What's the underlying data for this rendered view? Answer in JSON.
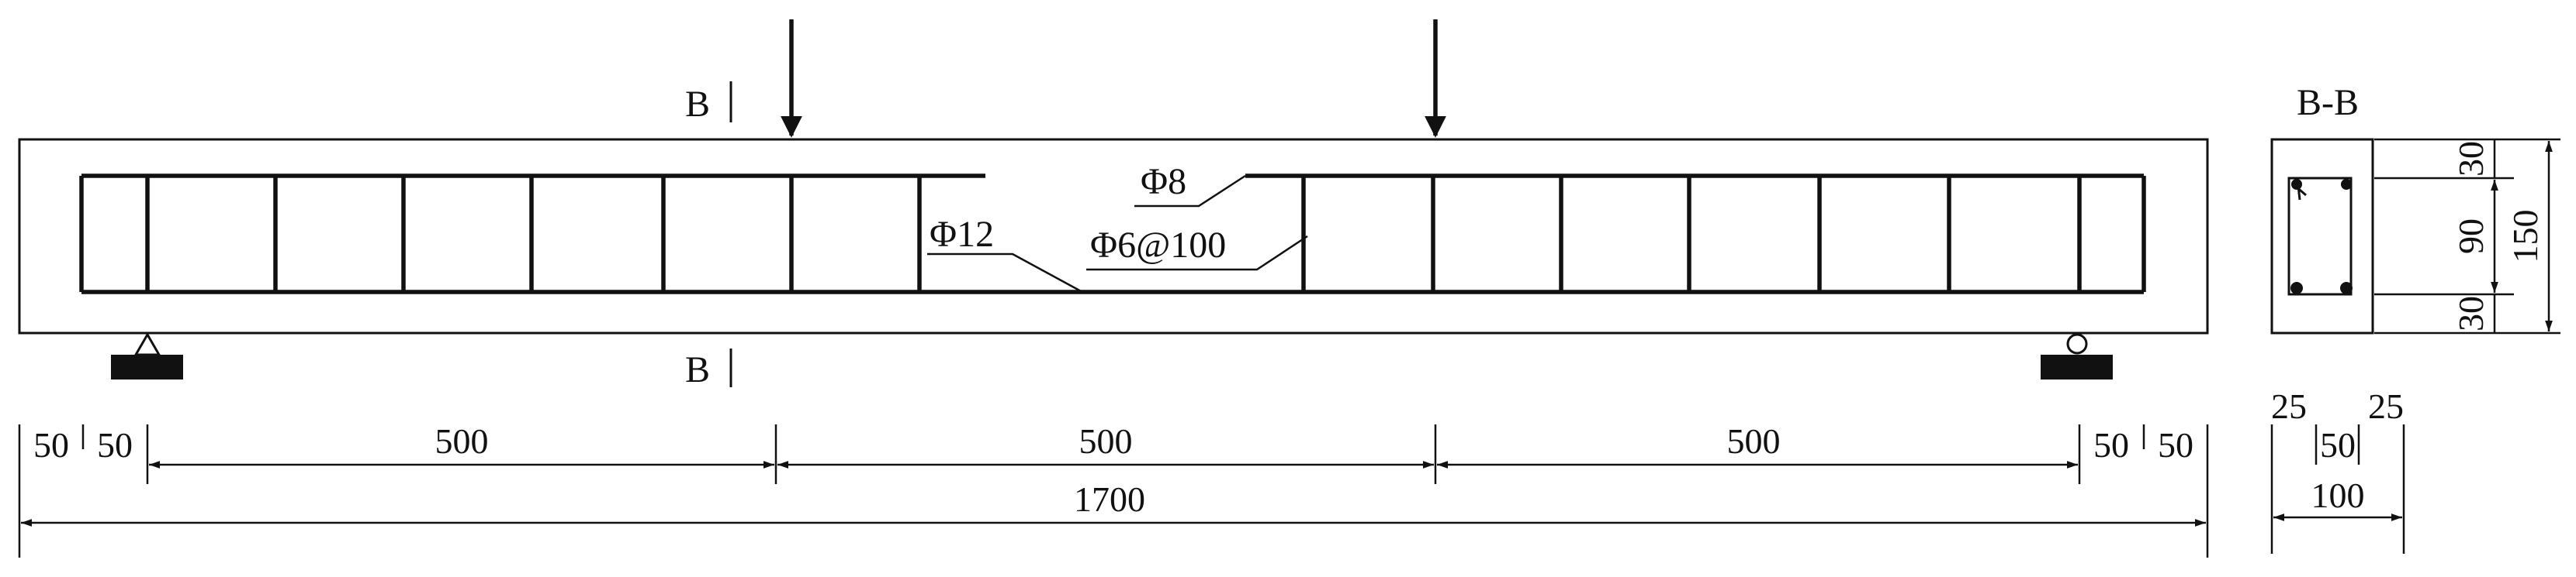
{
  "beam": {
    "section_mark_top": "B",
    "section_mark_bottom": "B",
    "rebar_top": "Φ8",
    "rebar_bottom": "Φ12",
    "stirrups": "Φ6@100"
  },
  "dimensions_bottom": {
    "left_a": "50",
    "left_b": "50",
    "span_1": "500",
    "span_2": "500",
    "span_3": "500",
    "right_a": "50",
    "right_b": "50",
    "total": "1700"
  },
  "section": {
    "title": "B-B",
    "cover_top": "30",
    "core": "90",
    "cover_bottom": "30",
    "height": "150",
    "side_left": "25",
    "middle": "50",
    "side_right": "25",
    "width": "100"
  },
  "colors": {
    "ink": "#111111",
    "background": "#ffffff"
  }
}
